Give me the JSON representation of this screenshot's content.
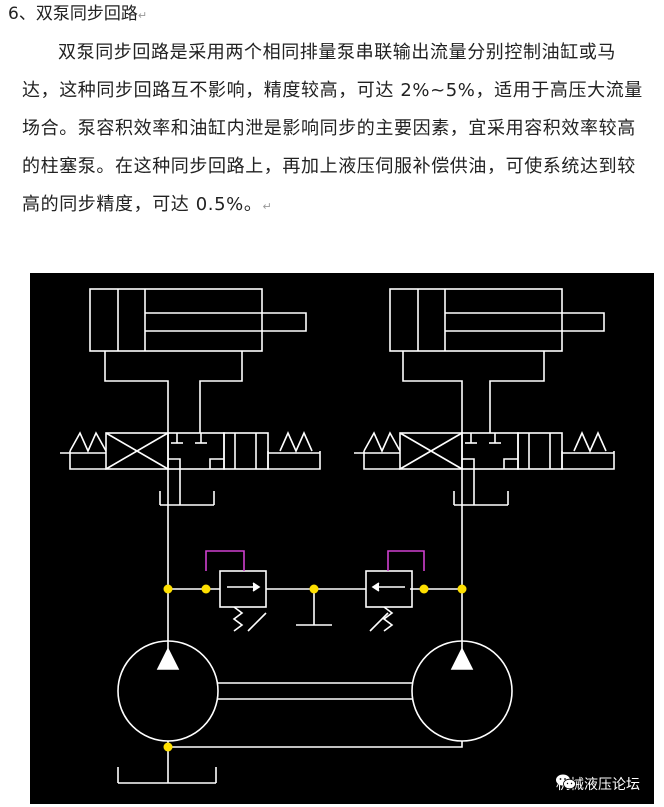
{
  "article": {
    "heading": "6、双泵同步回路",
    "paragraph": "双泵同步回路是采用两个相同排量泵串联输出流量分别控制油缸或马达，这种同步回路互不影响，精度较高，可达 2%~5%，适用于高压大流量场合。泵容积效率和油缸内泄是影响同步的主要因素，宜采用容积效率较高的柱塞泵。在这种同步回路上，再加上液压伺服补偿供油，可使系统达到较高的同步精度，可达 0.5%。"
  },
  "diagram": {
    "background": "#000000",
    "line_color": "#ffffff",
    "junction_color": "#ffe000",
    "pilot_color": "#d040d0"
  },
  "watermark": {
    "text": "机械液压论坛",
    "icon": "wechat-icon"
  }
}
